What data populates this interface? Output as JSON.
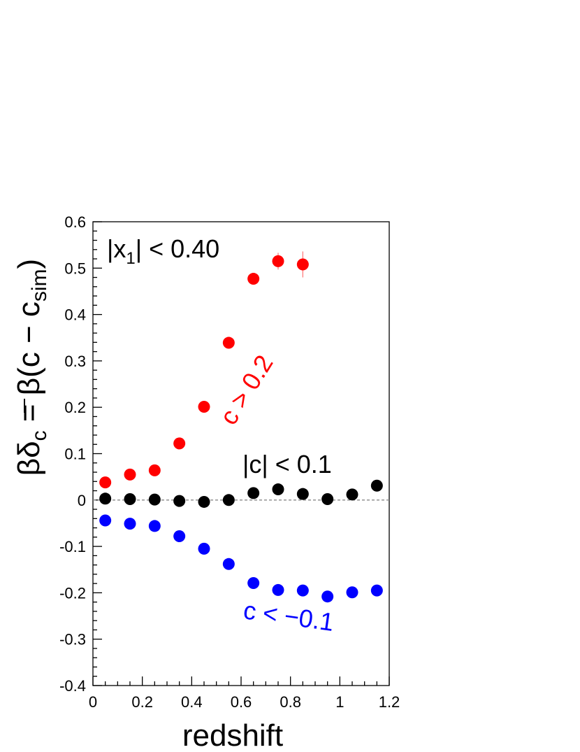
{
  "chart_data": {
    "type": "scatter",
    "xlabel": "redshift",
    "ylabel": {
      "parts": [
        "β",
        "δ",
        "c",
        " = β(c − c",
        "sim",
        ")"
      ]
    },
    "xlim": [
      0,
      1.2
    ],
    "ylim": [
      -0.4,
      0.6
    ],
    "x_ticks": [
      "0",
      "0.2",
      "0.4",
      "0.6",
      "0.8",
      "1",
      "1.2"
    ],
    "y_ticks": [
      "-0.4",
      "-0.3",
      "-0.2",
      "-0.1",
      "0",
      "0.1",
      "0.2",
      "0.3",
      "0.4",
      "0.5",
      "0.6"
    ],
    "grid": false,
    "reference_line": {
      "y": 0,
      "style": "dashed"
    },
    "header_label": {
      "main": "|x",
      "sub": "1",
      "rest": "| < 0.40"
    },
    "series": [
      {
        "label": "c > 0.2",
        "color": "#ff0000",
        "x": [
          0.05,
          0.15,
          0.25,
          0.35,
          0.45,
          0.55,
          0.65,
          0.75,
          0.85
        ],
        "y": [
          0.038,
          0.055,
          0.064,
          0.122,
          0.201,
          0.339,
          0.477,
          0.515,
          0.508
        ],
        "yerr": [
          0.002,
          0.002,
          0.003,
          0.004,
          0.005,
          0.006,
          0.008,
          0.018,
          0.028
        ]
      },
      {
        "label": "|c| < 0.1",
        "color": "#000000",
        "x": [
          0.05,
          0.15,
          0.25,
          0.35,
          0.45,
          0.55,
          0.65,
          0.75,
          0.85,
          0.95,
          1.05,
          1.15
        ],
        "y": [
          0.003,
          0.002,
          0.001,
          -0.002,
          -0.004,
          0.0,
          0.015,
          0.023,
          0.013,
          0.002,
          0.012,
          0.031
        ],
        "yerr": [
          0.001,
          0.001,
          0.001,
          0.001,
          0.002,
          0.002,
          0.002,
          0.003,
          0.003,
          0.004,
          0.005,
          0.006
        ]
      },
      {
        "label": "c < −0.1",
        "color": "#0000ff",
        "x": [
          0.05,
          0.15,
          0.25,
          0.35,
          0.45,
          0.55,
          0.65,
          0.75,
          0.85,
          0.95,
          1.05,
          1.15
        ],
        "y": [
          -0.044,
          -0.051,
          -0.056,
          -0.078,
          -0.105,
          -0.138,
          -0.179,
          -0.194,
          -0.195,
          -0.208,
          -0.199,
          -0.195
        ],
        "yerr": [
          0.001,
          0.001,
          0.001,
          0.002,
          0.002,
          0.002,
          0.003,
          0.003,
          0.004,
          0.005,
          0.005,
          0.006
        ]
      }
    ]
  }
}
